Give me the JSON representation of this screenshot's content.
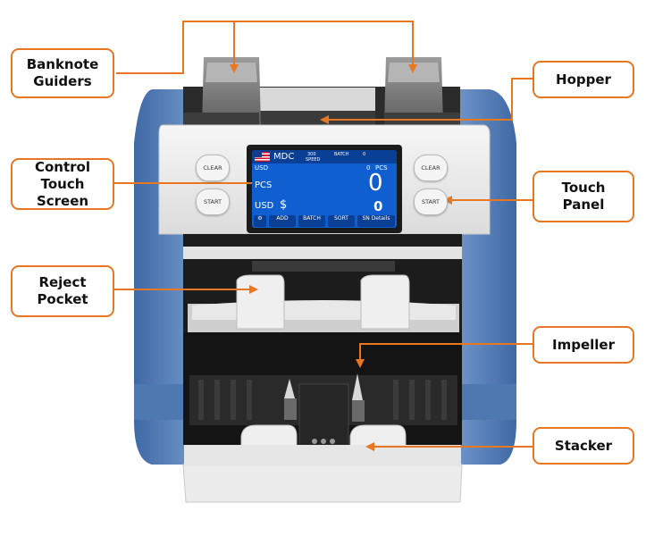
{
  "callouts": {
    "banknote_guiders": "Banknote\nGuiders",
    "hopper": "Hopper",
    "control_touch_screen": "Control\nTouch Screen",
    "touch_panel": "Touch\nPanel",
    "reject_pocket": "Reject\nPocket",
    "impeller": "Impeller",
    "stacker": "Stacker"
  },
  "screen": {
    "brand": "MDC",
    "speed_label": "SPEED",
    "speed_value": "300",
    "batch_label": "BATCH",
    "batch_value": "0",
    "currency_top": "USD",
    "count_small": "0",
    "pcs_small": "PCS",
    "pcs_label": "PCS",
    "pcs_value": "0",
    "currency_bottom": "USD",
    "dollar_sign": "$",
    "amount_value": "0",
    "softkeys": [
      "ADD",
      "BATCH",
      "SORT",
      "SN Details"
    ]
  },
  "buttons": {
    "clear_left": "CLEAR",
    "start_left": "START",
    "clear_right": "CLEAR",
    "start_right": "START"
  },
  "colors": {
    "accent": "#e87722",
    "body_blue": "#5b82b8",
    "panel_grey": "#e9e9e9",
    "screen_blue": "#0f5fd0"
  }
}
